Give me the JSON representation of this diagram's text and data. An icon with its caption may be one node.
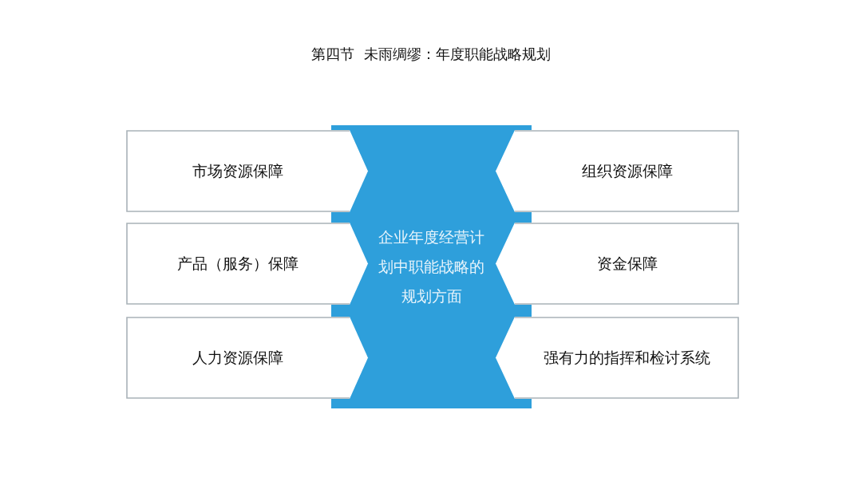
{
  "diagram": {
    "title": "第四节  未雨绸缪：年度职能战略规划",
    "nodes": [
      {
        "text": [
          "企业年度经营计划中职能战略的规划方面"
        ]
      },
      {
        "text": [
          "市场资源保障"
        ]
      },
      {
        "text": [
          "组织资源保障"
        ]
      },
      {
        "text": [
          "产品（服务）保障"
        ]
      },
      {
        "text": [
          "资金保障"
        ]
      },
      {
        "text": [
          "人力资源保障"
        ]
      },
      {
        "text": [
          "强有力的指挥和检讨系统"
        ]
      }
    ]
  }
}
